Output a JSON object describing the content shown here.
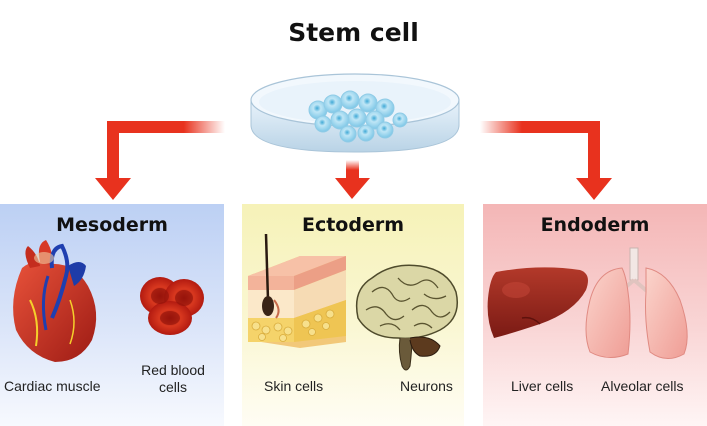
{
  "title": "Stem cell",
  "germ_layers": [
    {
      "name": "Mesoderm",
      "color": "#bcd0f4",
      "cells": [
        {
          "label": "Cardiac muscle",
          "icon": "heart-icon"
        },
        {
          "label_line1": "Red blood",
          "label_line2": "cells",
          "icon": "red-blood-cells-icon"
        }
      ]
    },
    {
      "name": "Ectoderm",
      "color": "#f6f2b8",
      "cells": [
        {
          "label": "Skin cells",
          "icon": "skin-section-icon"
        },
        {
          "label": "Neurons",
          "icon": "brain-icon"
        }
      ]
    },
    {
      "name": "Endoderm",
      "color": "#f4b6b6",
      "cells": [
        {
          "label": "Liver cells",
          "icon": "liver-icon"
        },
        {
          "label": "Alveolar cells",
          "icon": "lungs-icon"
        }
      ]
    }
  ],
  "arrow_color": "#e8321e",
  "dish_icon": "petri-dish-icon"
}
